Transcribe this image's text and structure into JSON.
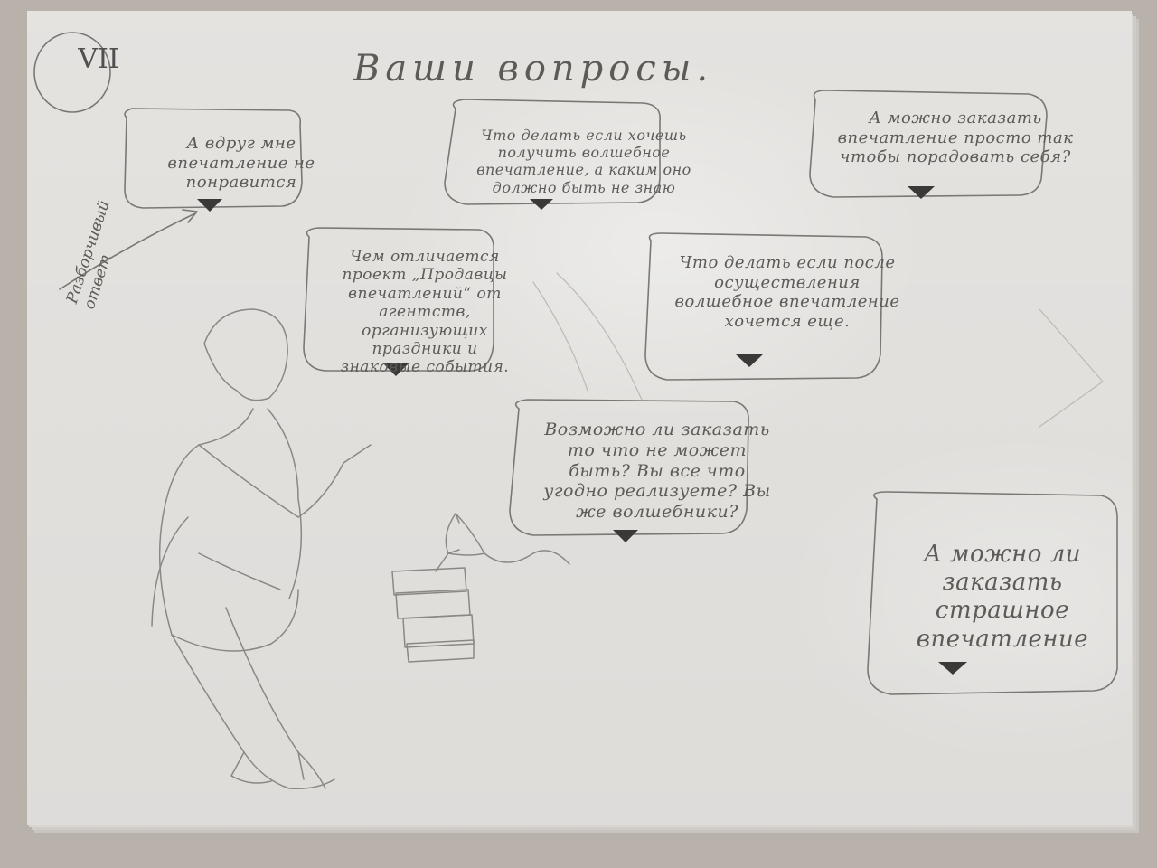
{
  "page": {
    "roman_numeral": "VII",
    "title": "Ваши вопросы."
  },
  "annotations": {
    "side_note": "Разборчивый ответ"
  },
  "questions": [
    {
      "text": "А вдруг мне впечатление не понравится"
    },
    {
      "text": "Что делать если хочешь получить волшебное впечатление, а каким оно должно быть не знаю"
    },
    {
      "text": "А можно заказать впечатление просто так чтобы порадовать себя?"
    },
    {
      "text": "Чем отличается проект „Продавцы впечатлений“ от агентств, организующих праздники и знаковые события."
    },
    {
      "text": "Что делать если после осуществления волшебное впечатление хочется еще."
    },
    {
      "text": "Возможно ли заказать то что не может быть? Вы все что угодно реализуете? Вы же волшебники?"
    },
    {
      "text": "А можно ли заказать страшное впечатление"
    }
  ],
  "colors": {
    "paper": "#eceae7",
    "pencil": "#5c5b58",
    "background": "#b8b2aa"
  }
}
